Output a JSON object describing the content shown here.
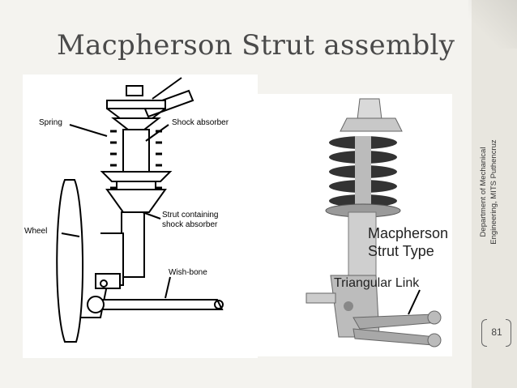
{
  "slide": {
    "title": "Macpherson Strut assembly",
    "side_text_line1": "Department of Mechanical",
    "side_text_line2": "Engineering, MITS Puthencruz",
    "page_number": "81"
  },
  "left_diagram": {
    "labels": {
      "spring": "Spring",
      "shock": "Shock absorber",
      "strut": "Strut containing",
      "strut2": "shock absorber",
      "wheel": "Wheel",
      "wishbone": "Wish-bone"
    }
  },
  "right_diagram": {
    "labels": {
      "type_line1": "Macpherson",
      "type_line2": "Strut Type",
      "link": "Triangular Link"
    }
  }
}
